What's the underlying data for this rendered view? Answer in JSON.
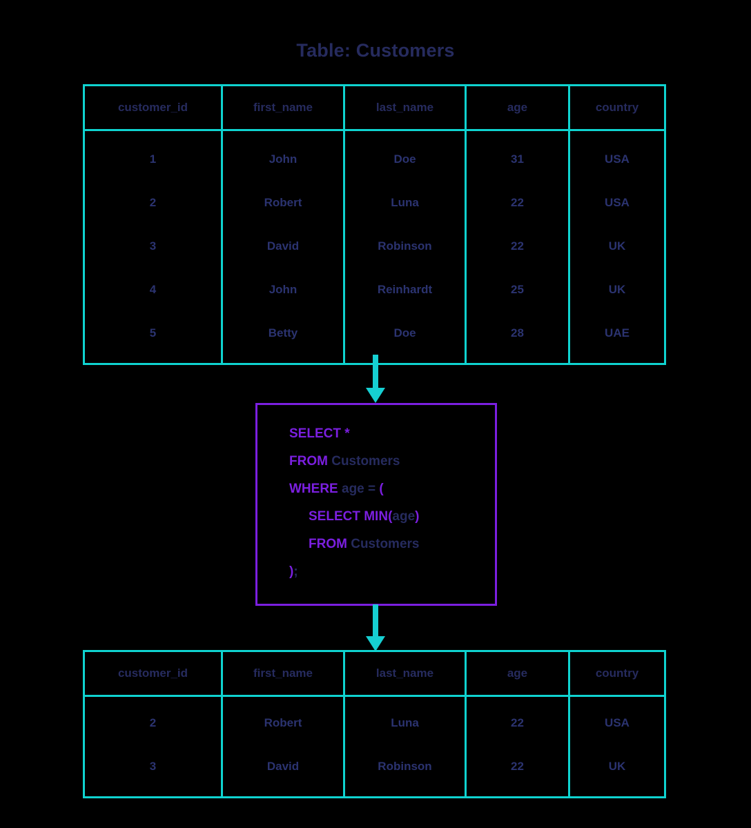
{
  "title": "Table: Customers",
  "colors": {
    "background": "#000000",
    "table_border": "#0FD3D0",
    "arrow": "#16CFD2",
    "query_border": "#7B1FE0",
    "keyword": "#7B1FE0",
    "identifier": "#262B5E",
    "heading_text": "#262B5E",
    "cell_text": "#2B3370"
  },
  "source_table": {
    "columns": [
      "customer_id",
      "first_name",
      "last_name",
      "age",
      "country"
    ],
    "rows": [
      [
        "1",
        "John",
        "Doe",
        "31",
        "USA"
      ],
      [
        "2",
        "Robert",
        "Luna",
        "22",
        "USA"
      ],
      [
        "3",
        "David",
        "Robinson",
        "22",
        "UK"
      ],
      [
        "4",
        "John",
        "Reinhardt",
        "25",
        "UK"
      ],
      [
        "5",
        "Betty",
        "Doe",
        "28",
        "UAE"
      ]
    ]
  },
  "query": {
    "lines": [
      [
        {
          "t": "SELECT ",
          "k": "kw"
        },
        {
          "t": "*",
          "k": "kw"
        }
      ],
      [
        {
          "t": "FROM ",
          "k": "kw"
        },
        {
          "t": "Customers",
          "k": "ident"
        }
      ],
      [
        {
          "t": "WHERE ",
          "k": "kw"
        },
        {
          "t": "age = ",
          "k": "ident"
        },
        {
          "t": "(",
          "k": "punc"
        }
      ],
      [
        {
          "t": "SELECT MIN",
          "k": "kw"
        },
        {
          "t": "(",
          "k": "punc"
        },
        {
          "t": "age",
          "k": "ident"
        },
        {
          "t": ")",
          "k": "punc"
        }
      ],
      [
        {
          "t": "FROM ",
          "k": "kw"
        },
        {
          "t": "Customers",
          "k": "ident"
        }
      ],
      [
        {
          "t": ")",
          "k": "punc"
        },
        {
          "t": ";",
          "k": "ident"
        }
      ]
    ],
    "indented_lines": [
      3,
      4
    ],
    "text": "SELECT *\nFROM Customers\nWHERE age = (\n    SELECT MIN(age)\n    FROM Customers\n);"
  },
  "result_table": {
    "columns": [
      "customer_id",
      "first_name",
      "last_name",
      "age",
      "country"
    ],
    "rows": [
      [
        "2",
        "Robert",
        "Luna",
        "22",
        "USA"
      ],
      [
        "3",
        "David",
        "Robinson",
        "22",
        "UK"
      ]
    ]
  },
  "arrows": [
    {
      "name": "source-to-query",
      "direction": "down"
    },
    {
      "name": "query-to-result",
      "direction": "down"
    }
  ]
}
